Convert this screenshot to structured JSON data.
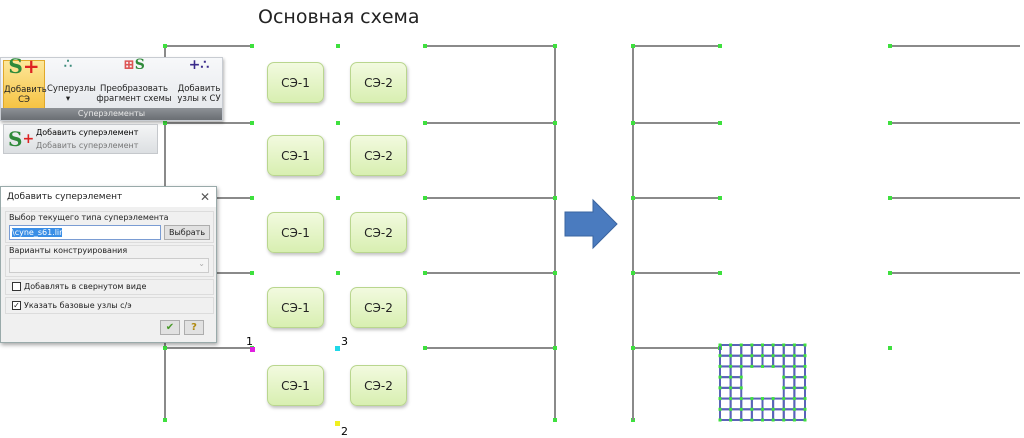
{
  "title": "Основная схема",
  "ribbon": {
    "add_se": "Добавить СЭ",
    "supernodes": "Суперузлы",
    "transform": "Преобразовать фрагмент схемы",
    "add_nodes": "Добавить узлы к СУ",
    "group": "Суперэлементы"
  },
  "menu": {
    "item": "Добавить суперэлемент",
    "hint": "Добавить суперэлемент"
  },
  "dialog": {
    "title": "Добавить суперэлемент",
    "type_label": "Выбор текущего типа суперэлемента",
    "file_value": "\\cyne_s61.lir",
    "choose": "Выбрать",
    "variants_label": "Варианты конструирования",
    "variants_value": "",
    "collapsed_label": "Добавлять в свернутом виде",
    "collapsed_checked": false,
    "base_nodes_label": "Указать базовые узлы с/э",
    "base_nodes_checked": true,
    "ok": "✔",
    "help": "?"
  },
  "blocks": {
    "se1": "СЭ-1",
    "se2": "СЭ-2"
  },
  "nodes": {
    "n1": "1",
    "n2": "2",
    "n3": "3"
  },
  "colors": {
    "line": "#8a8a8a",
    "node": "#3ee03e",
    "arrow": "#4a7bbf",
    "mesh": "#5a63b8"
  }
}
